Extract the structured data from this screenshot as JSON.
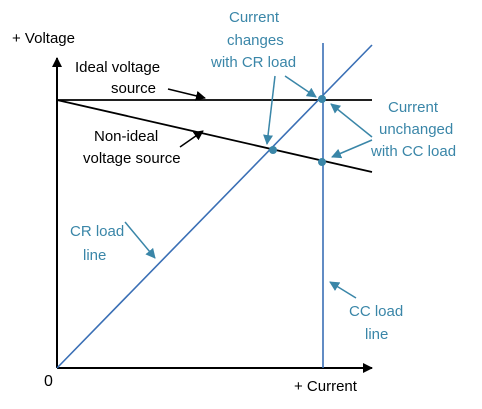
{
  "axes": {
    "y_label": "+ Voltage",
    "x_label": "+ Current",
    "origin_label": "0"
  },
  "labels": {
    "ideal_source_line1": "Ideal voltage",
    "ideal_source_line2": "source",
    "nonideal_source_line1": "Non-ideal",
    "nonideal_source_line2": "voltage source",
    "cr_changes_line1": "Current",
    "cr_changes_line2": "changes",
    "cr_changes_line3": "with CR load",
    "cc_unchanged_line1": "Current",
    "cc_unchanged_line2": "unchanged",
    "cc_unchanged_line3": "with CC load",
    "cr_load_line1": "CR load",
    "cr_load_line2": "line",
    "cc_load_line1": "CC load",
    "cc_load_line2": "line"
  },
  "colors": {
    "source_lines": "#000000",
    "load_lines": "#3a6fb5",
    "annotation_text": "#3a86a8",
    "annotation_arrows": "#3a86a8",
    "points": "#3a86a8"
  }
}
